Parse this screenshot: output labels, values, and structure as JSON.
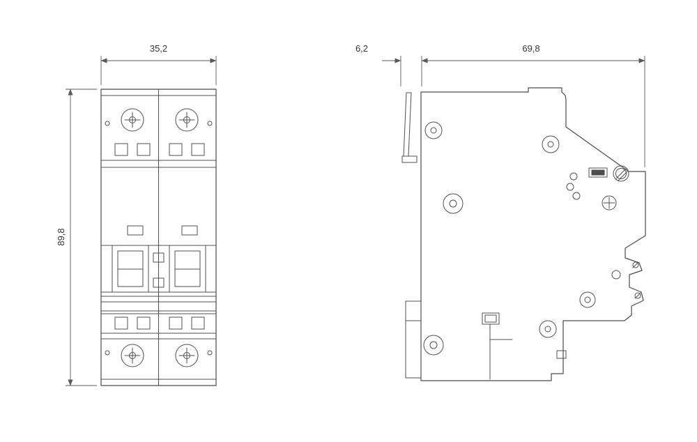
{
  "drawing": {
    "front_view": {
      "width_dim": "35,2",
      "height_dim": "89,8"
    },
    "side_view": {
      "clip_depth_dim": "6,2",
      "body_depth_dim": "69,8"
    },
    "colors": {
      "line": "#4a4a4a",
      "dimension": "#5a5a5a",
      "text": "#333333",
      "background": "#ffffff"
    }
  }
}
